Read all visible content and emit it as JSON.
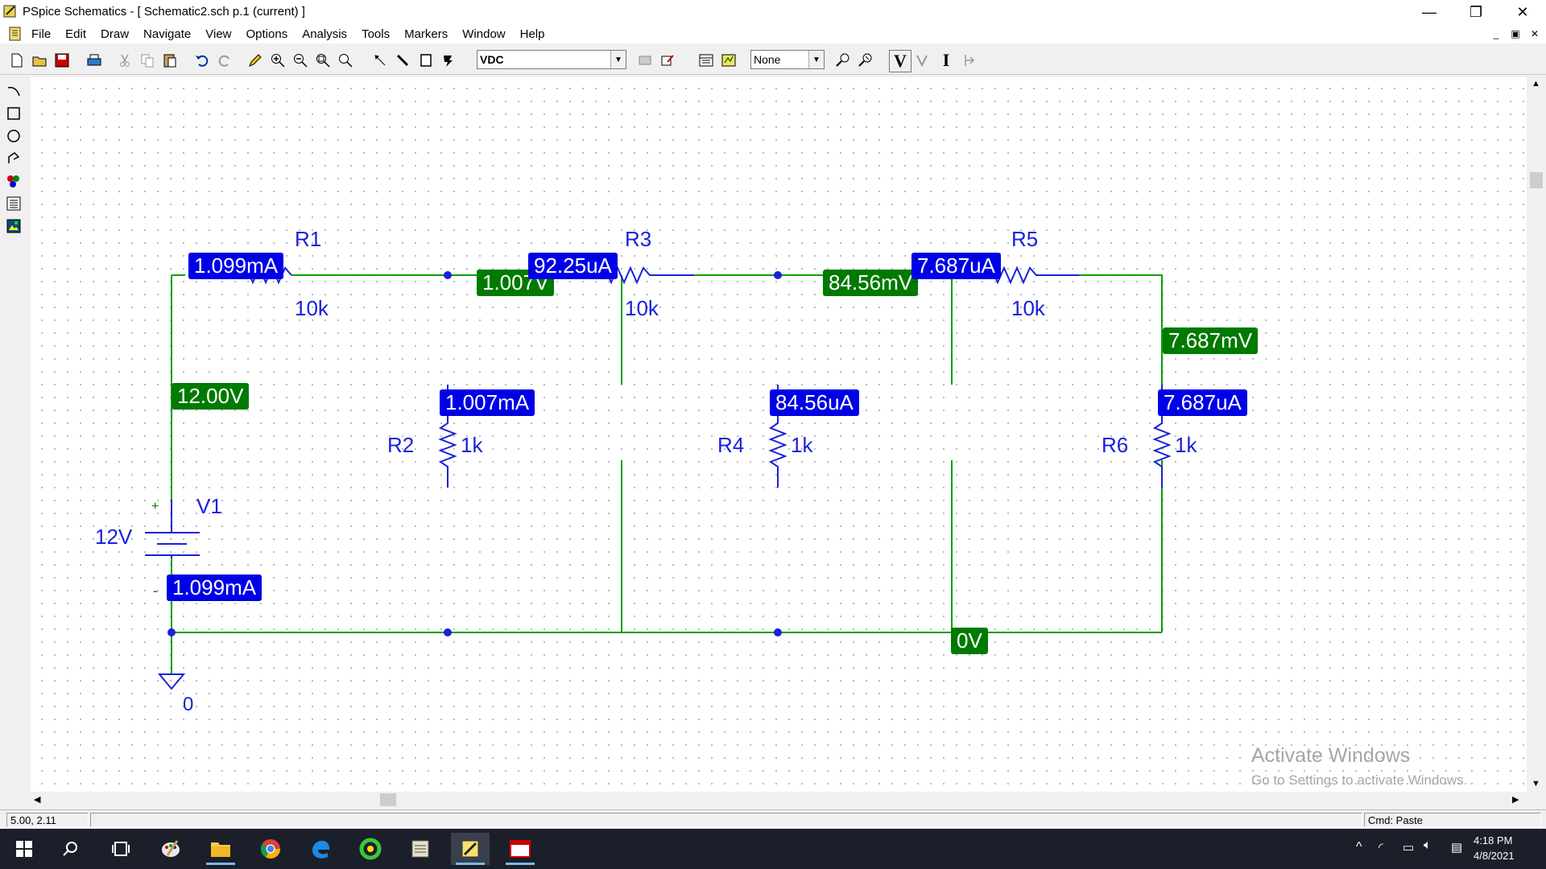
{
  "window": {
    "title": "PSpice Schematics - [ Schematic2.sch  p.1 (current) ]",
    "minimize": "—",
    "restore": "❐",
    "close": "✕"
  },
  "menu": {
    "items": [
      "File",
      "Edit",
      "Draw",
      "Navigate",
      "View",
      "Options",
      "Analysis",
      "Tools",
      "Markers",
      "Window",
      "Help"
    ]
  },
  "toolbar": {
    "part_combo_value": "VDC",
    "marker_combo_value": "None",
    "voltage_marker": "V",
    "current_marker": "I"
  },
  "schematic": {
    "resistors": {
      "R1": {
        "ref": "R1",
        "value": "10k"
      },
      "R2": {
        "ref": "R2",
        "value": "1k"
      },
      "R3": {
        "ref": "R3",
        "value": "10k"
      },
      "R4": {
        "ref": "R4",
        "value": "1k"
      },
      "R5": {
        "ref": "R5",
        "value": "10k"
      },
      "R6": {
        "ref": "R6",
        "value": "1k"
      }
    },
    "source": {
      "ref": "V1",
      "value": "12V",
      "plus": "+",
      "minus": "-"
    },
    "ground_label": "0",
    "currents": {
      "r1": "1.099mA",
      "r2": "1.007mA",
      "r3": "92.25uA",
      "r4": "84.56uA",
      "r5": "7.687uA",
      "r6": "7.687uA",
      "v1": "1.099mA"
    },
    "voltages": {
      "n1": "12.00V",
      "n2": "1.007V",
      "n3": "84.56mV",
      "n4": "7.687mV",
      "gnd": "0V"
    }
  },
  "watermark": {
    "line1": "Activate Windows",
    "line2": "Go to Settings to activate Windows."
  },
  "status": {
    "coords": "5.00,  2.11",
    "cmd": "Cmd: Paste"
  },
  "taskbar": {
    "time": "4:18 PM",
    "date": "4/8/2021"
  },
  "colors": {
    "wire": "#00a000",
    "current_label": "#0000e6",
    "voltage_label": "#007a00",
    "component": "#1a22d8"
  }
}
